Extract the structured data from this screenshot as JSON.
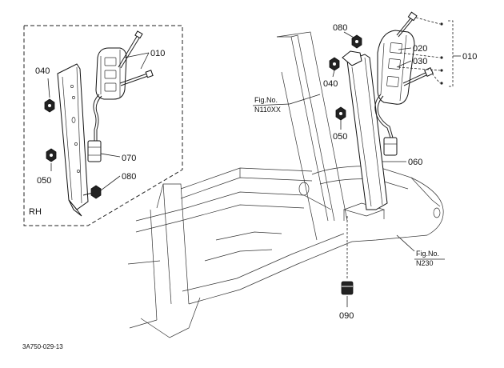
{
  "callouts": {
    "c010_rh": "010",
    "c040_rh": "040",
    "c050_rh": "050",
    "c070": "070",
    "c080_rh": "080",
    "rh": "RH",
    "c080": "080",
    "c020": "020",
    "c030": "030",
    "c010": "010",
    "c040": "040",
    "c050": "050",
    "c060": "060",
    "c090": "090"
  },
  "figrefs": {
    "fig1_title": "Fig.No.",
    "fig1_code": "N110XX",
    "fig2_title": "Fig.No.",
    "fig2_code": "N230"
  },
  "drawing_code": "3A750-029-13"
}
